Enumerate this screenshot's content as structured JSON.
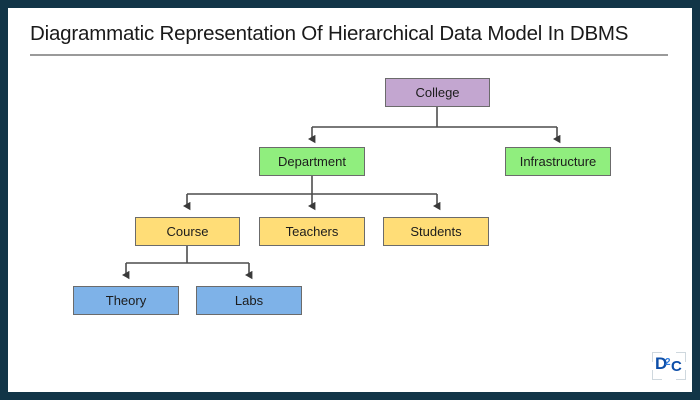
{
  "page": {
    "title": "Diagrammatic Representation Of Hierarchical Data Model In DBMS",
    "frame_color": "#123547",
    "background": "#ffffff",
    "title_rule_color": "#9a9a9a"
  },
  "logo": {
    "part1": "D",
    "part2": "2",
    "part3": "C",
    "color": "#0d4ea8"
  },
  "diagram": {
    "type": "hierarchical-tree",
    "levels": [
      {
        "level": 1,
        "color": "#c3a6d0",
        "nodes": [
          "College"
        ]
      },
      {
        "level": 2,
        "color": "#90ee7e",
        "nodes": [
          "Department",
          "Infrastructure"
        ]
      },
      {
        "level": 3,
        "color": "#ffdd77",
        "nodes": [
          "Course",
          "Teachers",
          "Students"
        ]
      },
      {
        "level": 4,
        "color": "#7eb2e8",
        "nodes": [
          "Theory",
          "Labs"
        ]
      }
    ],
    "nodes": {
      "college": {
        "label": "College",
        "color": "#c3a6d0"
      },
      "department": {
        "label": "Department",
        "color": "#90ee7e"
      },
      "infrastructure": {
        "label": "Infrastructure",
        "color": "#90ee7e"
      },
      "course": {
        "label": "Course",
        "color": "#ffdd77"
      },
      "teachers": {
        "label": "Teachers",
        "color": "#ffdd77"
      },
      "students": {
        "label": "Students",
        "color": "#ffdd77"
      },
      "theory": {
        "label": "Theory",
        "color": "#7eb2e8"
      },
      "labs": {
        "label": "Labs",
        "color": "#7eb2e8"
      }
    },
    "edges": [
      {
        "from": "college",
        "to": "department"
      },
      {
        "from": "college",
        "to": "infrastructure"
      },
      {
        "from": "department",
        "to": "course"
      },
      {
        "from": "department",
        "to": "teachers"
      },
      {
        "from": "department",
        "to": "students"
      },
      {
        "from": "course",
        "to": "theory"
      },
      {
        "from": "course",
        "to": "labs"
      }
    ],
    "edge_color": "#4d4d4d",
    "node_border_color": "#6b6b6b"
  }
}
